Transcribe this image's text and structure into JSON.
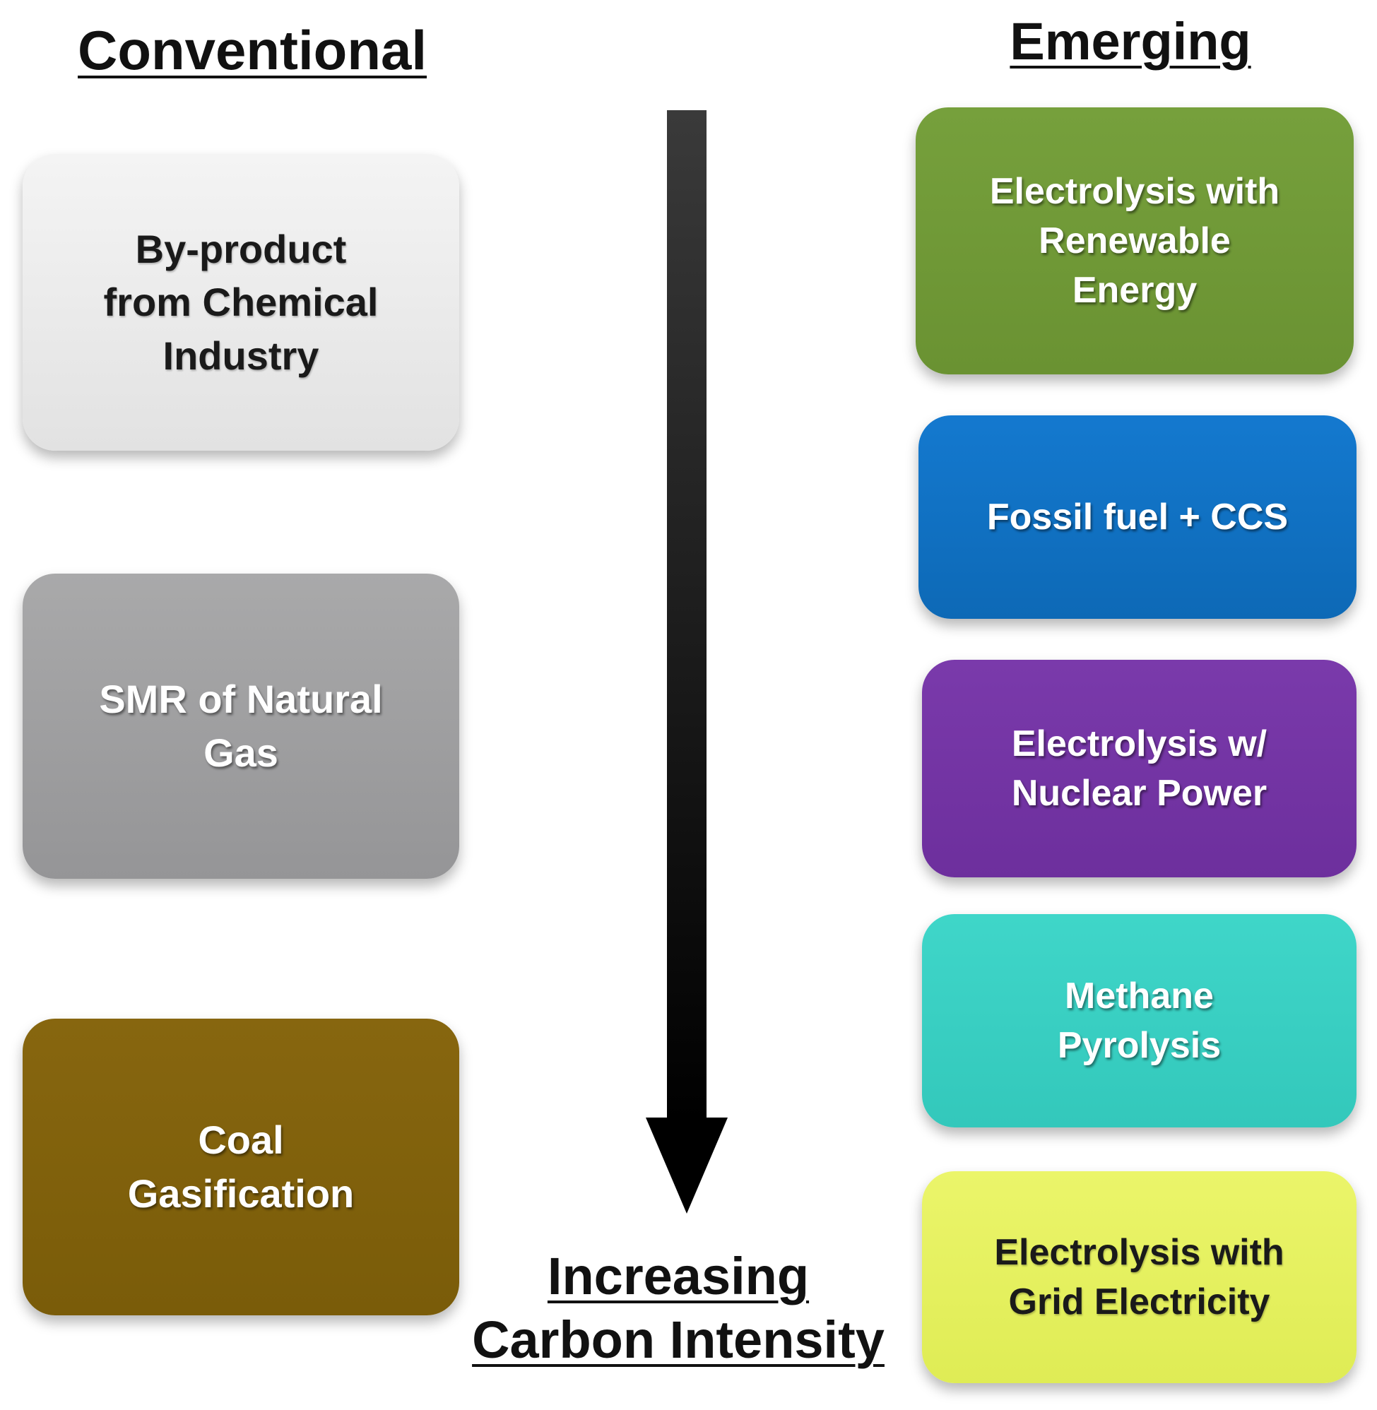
{
  "headings": {
    "conventional": "Conventional",
    "emerging": "Emerging"
  },
  "arrow": {
    "label_line1": "Increasing",
    "label_line2": "Carbon Intensity",
    "color": "#000000"
  },
  "conventional_boxes": [
    {
      "label": "By-product\nfrom Chemical\nIndustry",
      "color": "#e8e8e8"
    },
    {
      "label": "SMR of Natural\nGas",
      "color": "#9e9ea0"
    },
    {
      "label": "Coal\nGasification",
      "color": "#7e600b"
    }
  ],
  "emerging_boxes": [
    {
      "label": "Electrolysis with\nRenewable\nEnergy",
      "color": "#6f9837"
    },
    {
      "label": "Fossil fuel + CCS",
      "color": "#0f6fbf"
    },
    {
      "label": "Electrolysis w/\nNuclear Power",
      "color": "#7334a3"
    },
    {
      "label": "Methane\nPyrolysis",
      "color": "#38cfc2"
    },
    {
      "label": "Electrolysis with\nGrid Electricity",
      "color": "#e4f05e"
    }
  ]
}
